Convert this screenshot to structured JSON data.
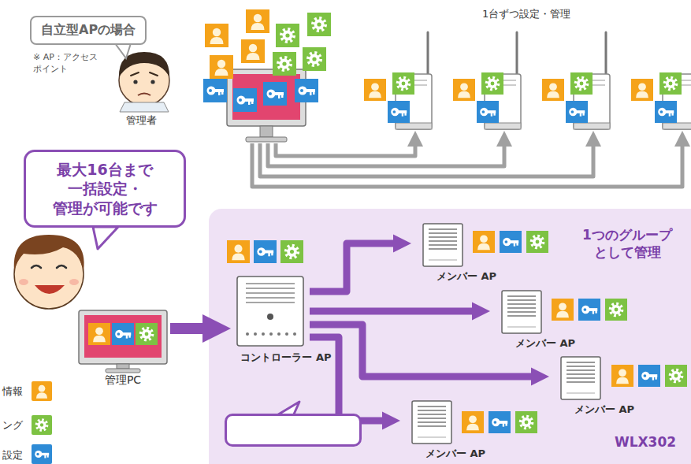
{
  "diagram": {
    "nodes": [
      {
        "text": [
          "自立型APの場合"
        ]
      },
      {
        "text": [
          "最大16台まで 一括設定・ 管理が可能です"
        ]
      },
      {
        "text": [
          "管理PC"
        ]
      },
      {
        "text": [
          "1つのグループ として管理"
        ]
      },
      {
        "text": [
          "コントローラー AP"
        ],
        "in": 3
      },
      {
        "text": [
          "メンバー AP"
        ],
        "in": 3
      },
      {
        "text": [
          "メンバー AP"
        ],
        "in": 3
      },
      {
        "text": [
          "メンバー AP"
        ],
        "in": 3
      },
      {
        "text": [
          "メンバー AP"
        ],
        "in": 3
      },
      {
        "text": [
          "WLX302"
        ],
        "in": 3
      }
    ],
    "edges": [
      {
        "from": 2,
        "to": 4,
        "arrow": "to"
      },
      {
        "from": 4,
        "to": 5,
        "arrow": "to"
      },
      {
        "from": 4,
        "to": 6,
        "arrow": "to"
      },
      {
        "from": 4,
        "to": 7,
        "arrow": "to"
      },
      {
        "from": 4,
        "to": 8,
        "arrow": "to"
      }
    ],
    "labels": [
      "※ AP：アクセス ポイント",
      "管理者",
      "1台ずつ設定・管理"
    ],
    "legend": [
      {
        "text": "情報",
        "color": "#f5a31a"
      },
      {
        "text": "ング",
        "color": "#7dc243"
      },
      {
        "text": "設定",
        "color": "#2e8bd6"
      }
    ]
  }
}
